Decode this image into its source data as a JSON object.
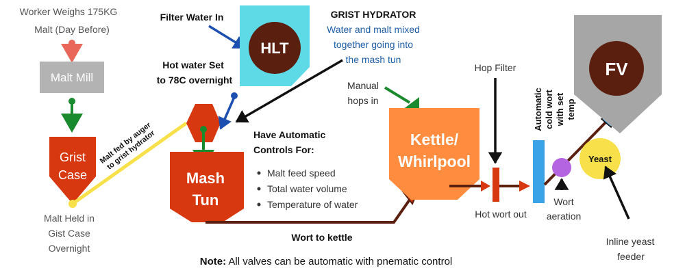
{
  "labels": {
    "worker_line1": "Worker Weighs 175KG",
    "worker_line2": "Malt (Day Before)",
    "malt_mill": "Malt Mill",
    "grist_case_line1": "Grist",
    "grist_case_line2": "Case",
    "malt_held_line1": "Malt Held in",
    "malt_held_line2": "Gist Case",
    "malt_held_line3": "Overnight",
    "auger_line1": "Malt fed by auger",
    "auger_line2": "to grist hydrator",
    "filter_water": "Filter Water In",
    "hlt": "HLT",
    "grist_hydrator_title": "GRIST HYDRATOR",
    "grist_hydrator_line1": "Water and malt mixed",
    "grist_hydrator_line2": "together going into",
    "grist_hydrator_line3": "the mash tun",
    "hot_water_line1": "Hot water Set",
    "hot_water_line2": "to 78C overnight",
    "mash_tun_line1": "Mash",
    "mash_tun_line2": "Tun",
    "controls_title_line1": "Have Automatic",
    "controls_title_line2": "Controls For:",
    "controls_items": [
      "Malt feed speed",
      "Total water volume",
      "Temperature of water"
    ],
    "wort_to_kettle": "Wort to kettle",
    "manual_hops_line1": "Manual",
    "manual_hops_line2": "hops in",
    "kettle_line1": "Kettle/",
    "kettle_line2": "Whirlpool",
    "hop_filter": "Hop Filter",
    "hot_wort_out": "Hot wort out",
    "cold_wort_line1": "Automatic",
    "cold_wort_line2": "cold wort",
    "cold_wort_line3": "with set",
    "cold_wort_line4": "temp",
    "wort_aeration_line1": "Wort",
    "wort_aeration_line2": "aeration",
    "yeast": "Yeast",
    "inline_yeast_line1": "Inline yeast",
    "inline_yeast_line2": "feeder",
    "fv": "FV",
    "note_bold": "Note:",
    "note_text": " All valves can be automatic with pnematic control"
  },
  "colors": {
    "red_orange": "#d7380f",
    "mill_gray": "#b3b3b3",
    "fv_gray": "#a6a6a6",
    "brown": "#5a1f0f",
    "green": "#1a8a2e",
    "blue": "#1d4fb0",
    "hlt_cyan": "#5ed9e6",
    "kettle_orange": "#ff8c3f",
    "yellow": "#f7e04a",
    "purple": "#b464e0",
    "light_blue": "#3aa3e8",
    "salmon": "#e8675a"
  }
}
